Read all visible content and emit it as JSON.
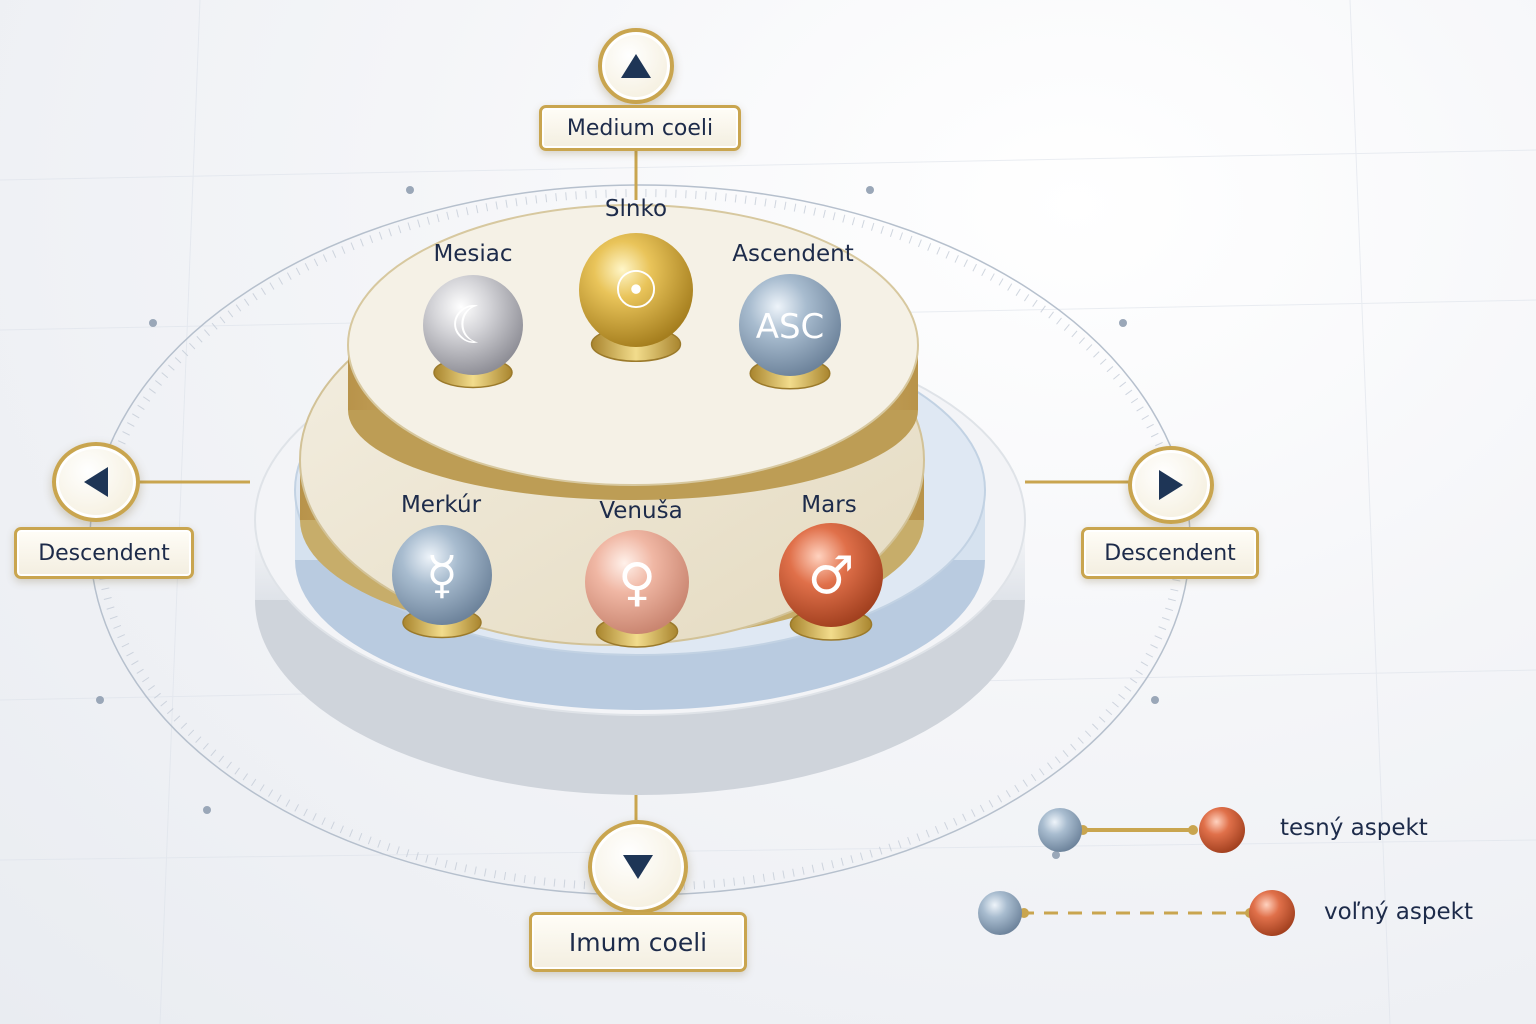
{
  "angles": {
    "mc": "Medium coeli",
    "ic": "Imum coeli",
    "left": "Descendent",
    "right": "Descendent"
  },
  "planets": [
    {
      "name": "Slnko",
      "symbol": "☉",
      "color": "#d8b13a",
      "icon": "sun-icon"
    },
    {
      "name": "Mesiac",
      "symbol": "☾",
      "color": "#c8c8cc",
      "icon": "moon-icon"
    },
    {
      "name": "Ascendent",
      "symbol": "ASC",
      "color": "#9fb3c6",
      "icon": "ascendant-icon"
    },
    {
      "name": "Merkúr",
      "symbol": "☿",
      "color": "#9fb3c6",
      "icon": "mercury-icon"
    },
    {
      "name": "Venuša",
      "symbol": "♀",
      "color": "#efb4a0",
      "icon": "venus-icon"
    },
    {
      "name": "Mars",
      "symbol": "♂",
      "color": "#d9643f",
      "icon": "mars-icon"
    }
  ],
  "legend": {
    "tight": "tesný aspekt",
    "loose": "voľný aspekt"
  },
  "colors": {
    "gold": "#c9a54f",
    "navy": "#1e3556",
    "platform_blue": "#d6e2ef",
    "platform_cream": "#ece5d2"
  }
}
